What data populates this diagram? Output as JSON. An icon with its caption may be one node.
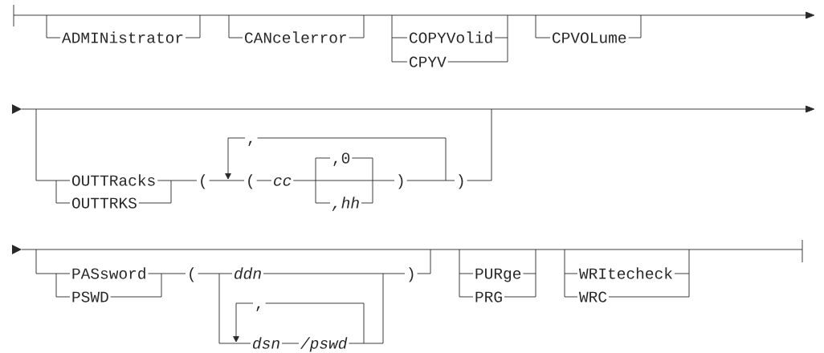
{
  "diagram": {
    "labels": [
      "ADMINistrator",
      "CANcelerror",
      "COPYVolid",
      "CPYV",
      "CPVOLume",
      ",",
      ",0",
      "OUTTRacks",
      "(",
      "(",
      "cc",
      ")",
      ")",
      "OUTTRKS",
      ",hh",
      "PASsword",
      "(",
      "ddn",
      ")",
      "PURge",
      "WRItecheck",
      "PSWD",
      ",",
      "PRG",
      "WRC",
      "dsn",
      "/pswd"
    ]
  }
}
